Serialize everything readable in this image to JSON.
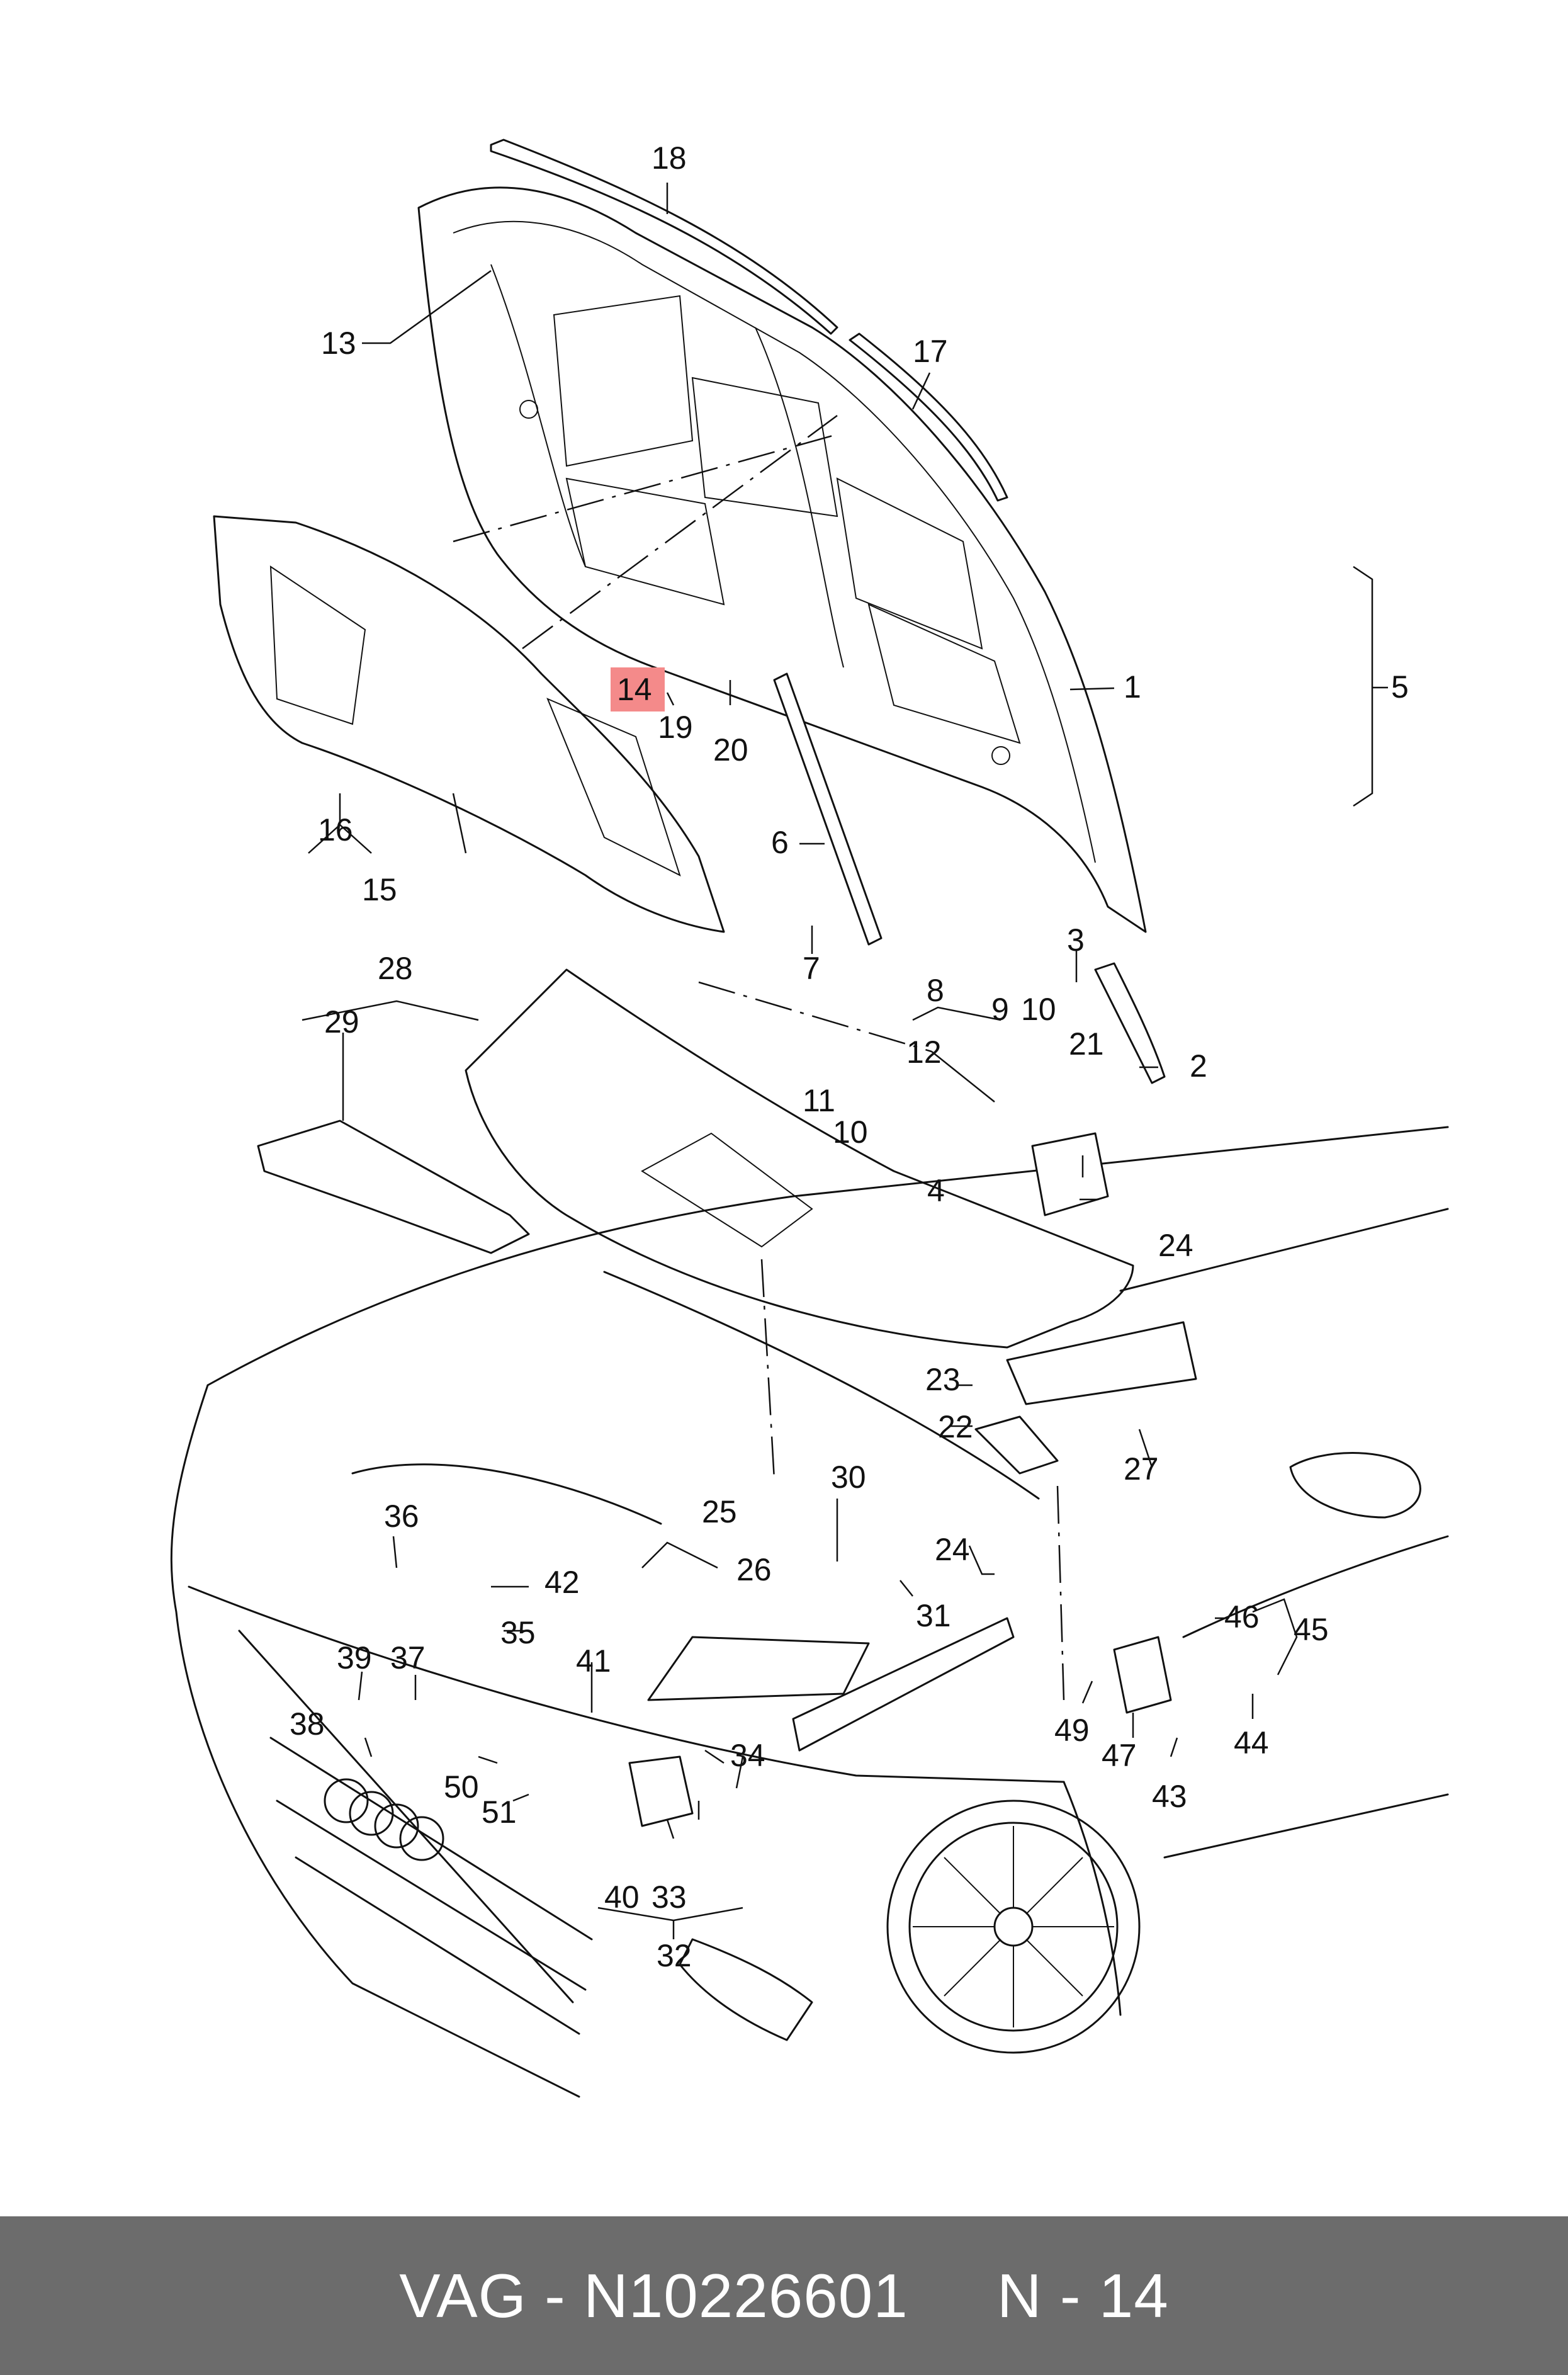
{
  "diagram": {
    "highlight_color": "#f48a8a",
    "highlighted_label": "14",
    "callouts": {
      "c1": "1",
      "c2": "2",
      "c3": "3",
      "c4": "4",
      "c5": "5",
      "c6": "6",
      "c7": "7",
      "c8": "8",
      "c9": "9",
      "c10a": "10",
      "c10b": "10",
      "c11": "11",
      "c12": "12",
      "c13": "13",
      "c14": "14",
      "c15": "15",
      "c16": "16",
      "c17": "17",
      "c18": "18",
      "c19": "19",
      "c20": "20",
      "c21": "21",
      "c22": "22",
      "c23": "23",
      "c24a": "24",
      "c24b": "24",
      "c25": "25",
      "c26": "26",
      "c27": "27",
      "c28": "28",
      "c29": "29",
      "c30": "30",
      "c31": "31",
      "c32": "32",
      "c33": "33",
      "c34": "34",
      "c35": "35",
      "c36": "36",
      "c37": "37",
      "c38": "38",
      "c39": "39",
      "c40": "40",
      "c41": "41",
      "c42": "42",
      "c43": "43",
      "c44": "44",
      "c45": "45",
      "c46": "46",
      "c47": "47",
      "c49": "49",
      "c50": "50",
      "c51": "51"
    }
  },
  "footer": {
    "text": "VAG - N10226601     N - 14",
    "background": "#6c6c6c"
  }
}
